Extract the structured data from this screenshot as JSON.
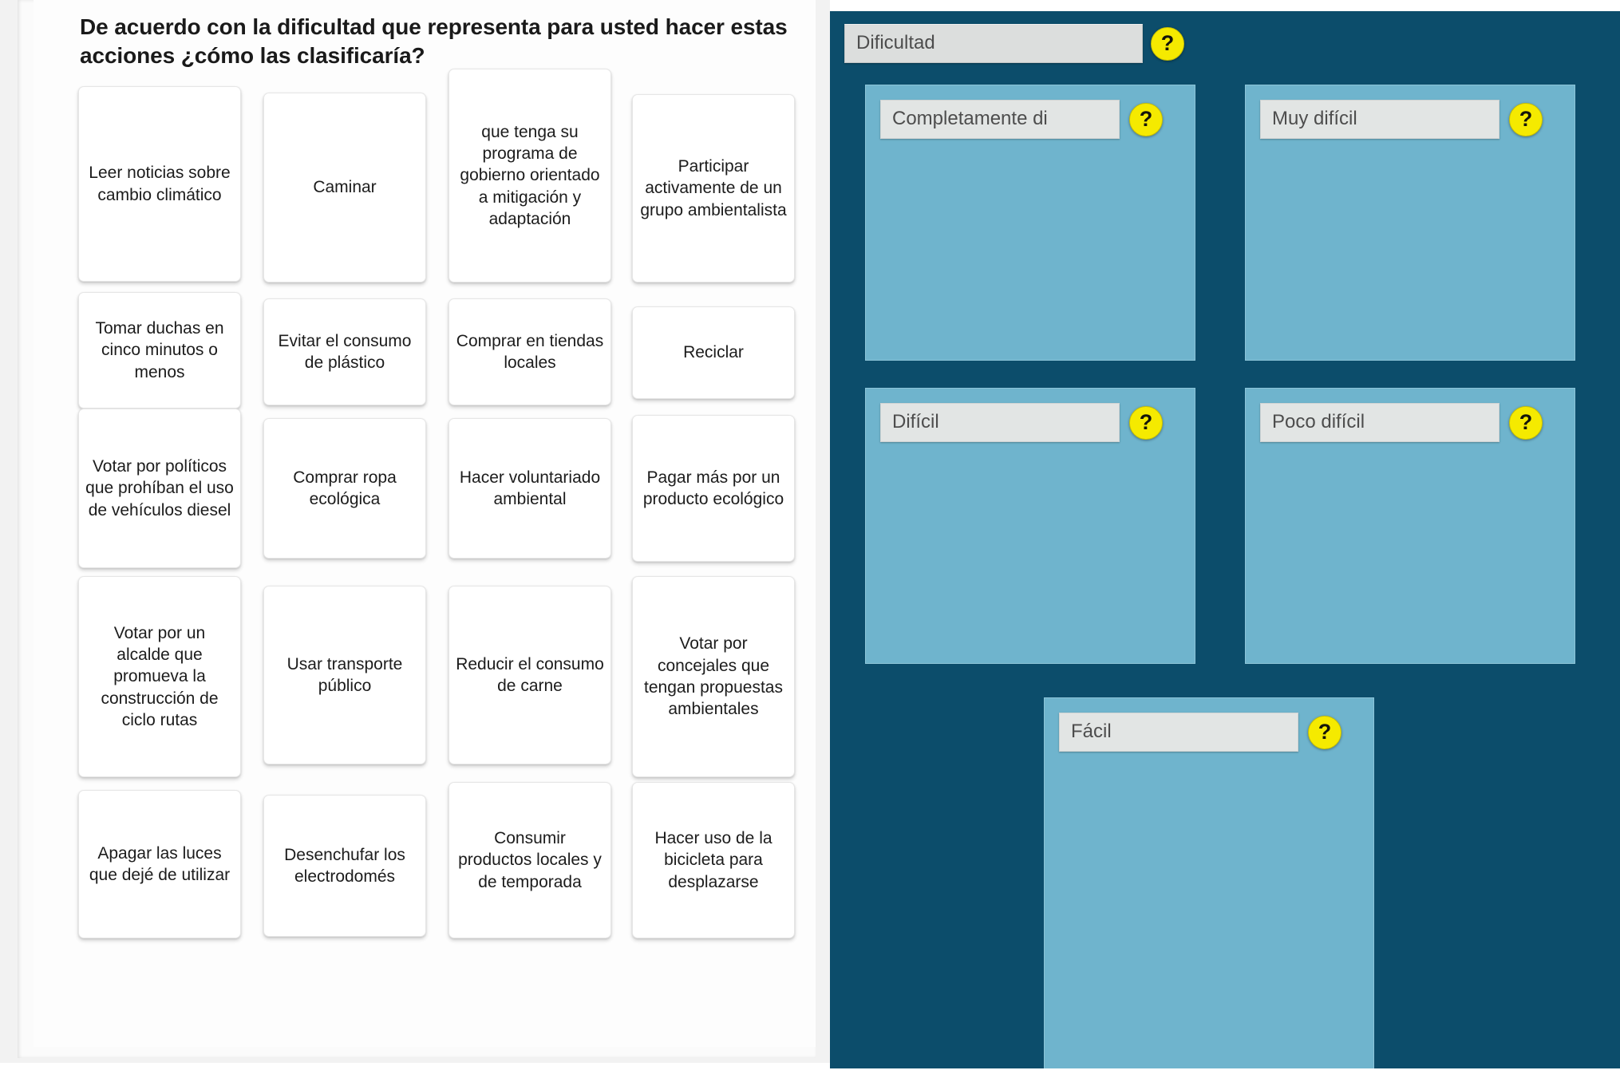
{
  "prompt": {
    "title": "De acuerdo con la dificultad que representa para usted hacer estas acciones ¿cómo las clasificaría?"
  },
  "colors": {
    "panel_dark_blue": "#0c4d6b",
    "bucket_light_blue": "#6fb4cd",
    "help_badge_yellow": "#f5ea00",
    "card_white": "#ffffff",
    "left_background": "#f2f2f2"
  },
  "icons": {
    "help": "?"
  },
  "cards": [
    [
      {
        "label": "Leer noticias sobre cambio climático"
      },
      {
        "label": "Caminar"
      },
      {
        "label": "que tenga su programa de gobierno orientado a mitigación y adaptación"
      },
      {
        "label": "Participar activamente de un grupo ambientalista"
      }
    ],
    [
      {
        "label": "Tomar duchas en cinco minutos o menos"
      },
      {
        "label": "Evitar el consumo de plástico"
      },
      {
        "label": "Comprar en tiendas locales"
      },
      {
        "label": "Reciclar"
      }
    ],
    [
      {
        "label": "Votar por políticos que prohíban el uso de vehículos diesel"
      },
      {
        "label": "Comprar ropa ecológica"
      },
      {
        "label": "Hacer voluntariado ambiental"
      },
      {
        "label": "Pagar más por un producto ecológico"
      }
    ],
    [
      {
        "label": "Votar por un alcalde que promueva la construcción de ciclo rutas"
      },
      {
        "label": "Usar transporte público"
      },
      {
        "label": "Reducir el consumo de carne"
      },
      {
        "label": "Votar por concejales que tengan propuestas ambientales"
      }
    ],
    [
      {
        "label": "Apagar las luces que dejé de utilizar"
      },
      {
        "label": "Desenchufar los electrodomés"
      },
      {
        "label": "Consumir productos locales y de temporada"
      },
      {
        "label": "Hacer uso de la bicicleta para desplazarse"
      }
    ]
  ],
  "classifier": {
    "header": {
      "label": "Dificultad",
      "help_label": "?"
    },
    "buckets": [
      {
        "label": "Completamente di",
        "help_label": "?",
        "items": []
      },
      {
        "label": "Muy difícil",
        "help_label": "?",
        "items": []
      },
      {
        "label": "Difícil",
        "help_label": "?",
        "items": []
      },
      {
        "label": "Poco difícil",
        "help_label": "?",
        "items": []
      },
      {
        "label": "Fácil",
        "help_label": "?",
        "items": []
      }
    ]
  }
}
